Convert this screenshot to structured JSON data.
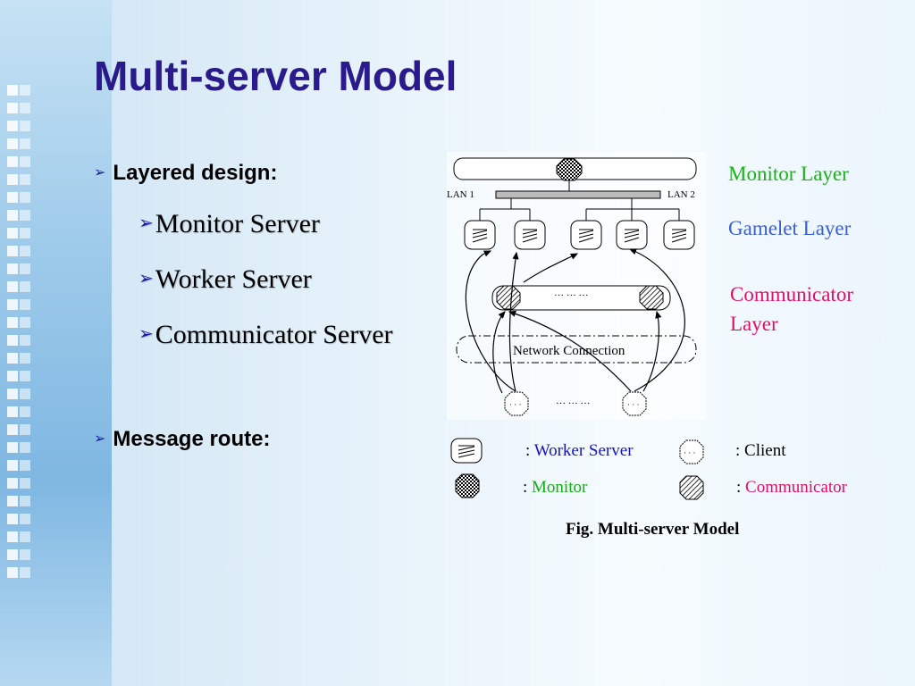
{
  "title": "Multi-server Model",
  "bullets": {
    "layered_design": "Layered design:",
    "monitor_server": "Monitor Server",
    "worker_server": "Worker Server",
    "communicator_server": "Communicator Server",
    "message_route": "Message route:"
  },
  "diagram": {
    "lan1": "LAN 1",
    "lan2": "LAN 2",
    "ellipsis_comm": "… … …",
    "network_connection": "Network Connection",
    "ellipsis_clients": "… … …"
  },
  "layers": {
    "monitor": "Monitor Layer",
    "gamelet": "Gamelet Layer",
    "communicator_line1": "Communicator",
    "communicator_line2": "Layer"
  },
  "legend": {
    "worker_prefix": ": ",
    "worker": "Worker Server",
    "client": ": Client",
    "monitor_prefix": ": ",
    "monitor": "Monitor",
    "communicator_prefix": ": ",
    "communicator": "Communicator"
  },
  "caption": "Fig.  Multi-server Model",
  "colors": {
    "title": "#2a1a8c",
    "monitor_layer": "#18b418",
    "gamelet_layer": "#3a5fd0",
    "communicator_layer": "#e0106a",
    "worker_legend": "#1414c8",
    "monitor_legend": "#10b010",
    "communicator_legend": "#e0106a"
  },
  "icons": [
    "bullet-arrow-icon",
    "worker-server-icon",
    "monitor-icon",
    "communicator-icon",
    "client-icon"
  ]
}
